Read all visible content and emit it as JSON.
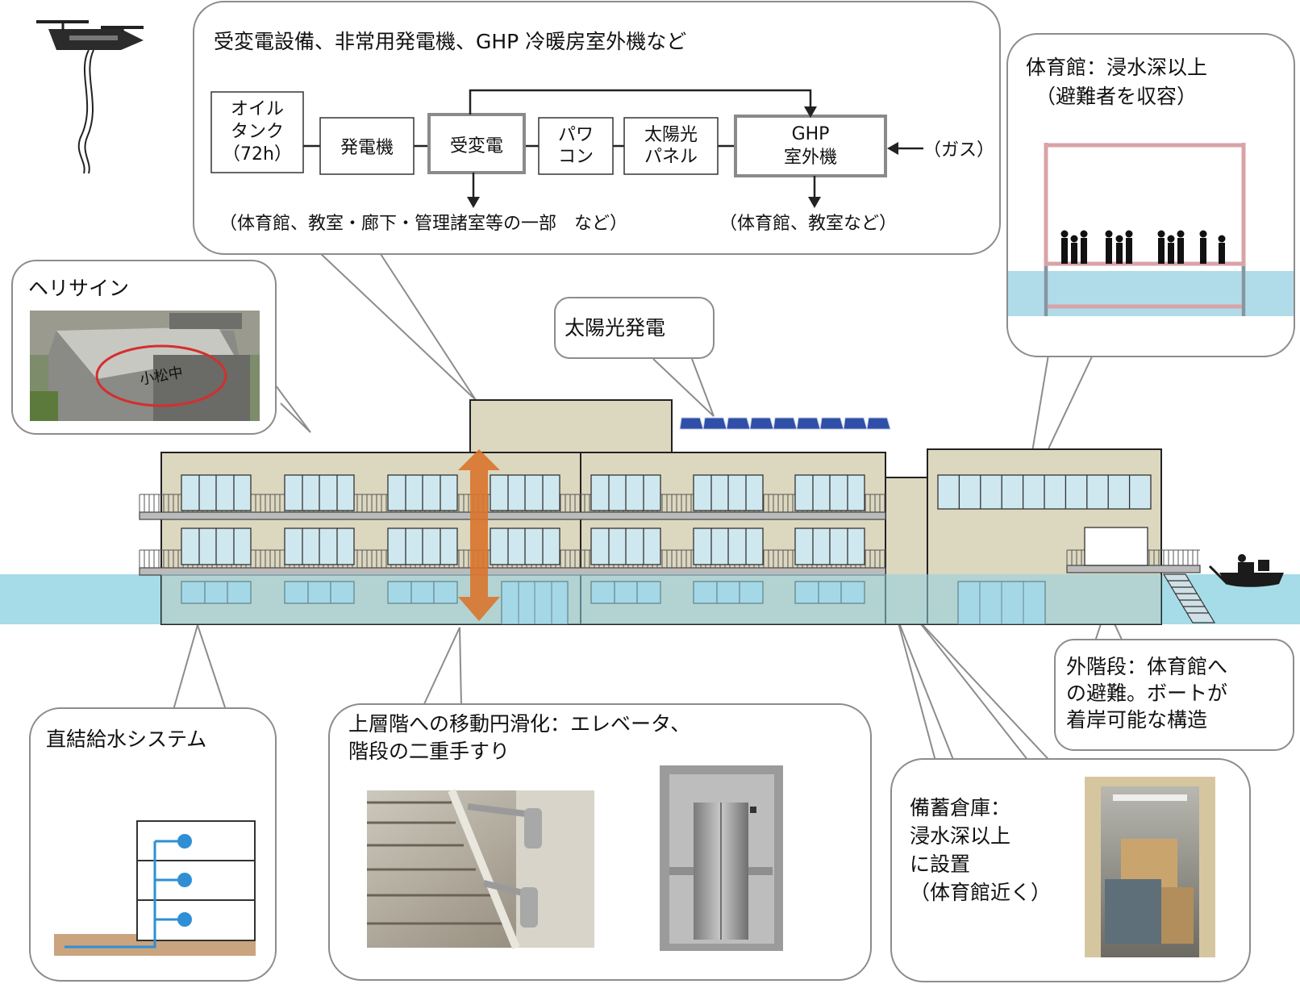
{
  "power_box": {
    "title": "受変電設備、非常用発電機、GHP 冷暖房室外機など",
    "oil_tank": [
      "オイル",
      "タンク",
      "（72h）"
    ],
    "generator": "発電機",
    "substation": "受変電",
    "power_conditioner": [
      "パワ",
      "コン"
    ],
    "solar_panel": [
      "太陽光",
      "パネル"
    ],
    "ghp": [
      "GHP",
      "室外機"
    ],
    "gas": "（ガス）",
    "caption_left": "（体育館、教室・廊下・管理諸室等の一部　など）",
    "caption_right": "（体育館、教室など）"
  },
  "heli_sign": {
    "title": "ヘリサイン",
    "roof_text": "小松中"
  },
  "solar_power": {
    "title": "太陽光発電"
  },
  "gym": {
    "title": [
      "体育館：浸水深以上",
      "（避難者を収容）"
    ]
  },
  "outer_stairs": {
    "title": [
      "外階段：体育館へ",
      "の避難。ボートが",
      "着岸可能な構造"
    ]
  },
  "water_system": {
    "title": "直結給水システム"
  },
  "upper_floor": {
    "title": [
      "上層階への移動円滑化：エレベータ、",
      "階段の二重手すり"
    ]
  },
  "storage": {
    "title": [
      "備蓄倉庫：",
      "浸水深以上",
      "に設置",
      "（体育館近く）"
    ]
  },
  "colors": {
    "flood": "#a6dbe8",
    "building": "#dcd7bf",
    "callout_border": "#8c8c8c",
    "arrow": "#d9742c",
    "gym_frame": "#d9a3a8",
    "pipe": "#2e8fd4"
  }
}
